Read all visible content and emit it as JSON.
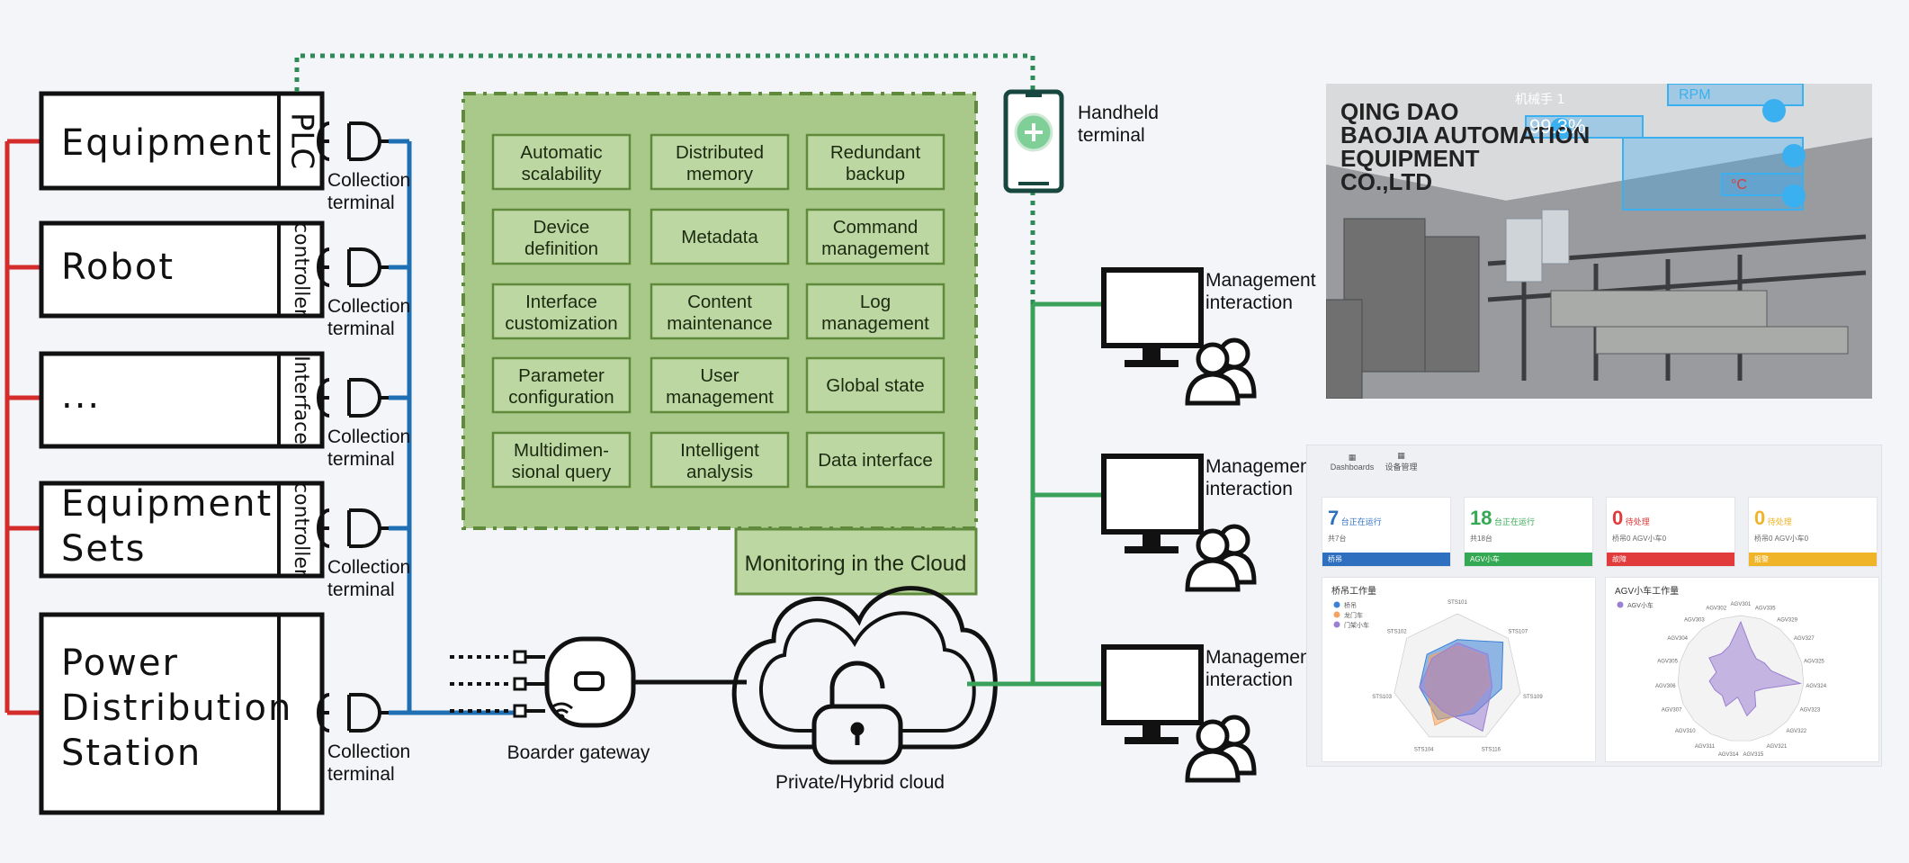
{
  "devices": [
    {
      "id": "equipment",
      "lines": [
        "Equipment"
      ],
      "side": "PLC",
      "collector": [
        "Collection",
        "terminal"
      ]
    },
    {
      "id": "robot",
      "lines": [
        "Robot"
      ],
      "side": "controller",
      "collector": [
        "Collection",
        "terminal"
      ]
    },
    {
      "id": "other",
      "lines": [
        "..."
      ],
      "side": "Interface",
      "collector": [
        "Collection",
        "terminal"
      ]
    },
    {
      "id": "equipment-sets",
      "lines": [
        "Equipment",
        "Sets"
      ],
      "side": "controller",
      "collector": [
        "Collection",
        "terminal"
      ]
    },
    {
      "id": "power-station",
      "lines": [
        "Power",
        "Distribution",
        "Station"
      ],
      "side": "",
      "collector": [
        "Collection",
        "terminal"
      ]
    }
  ],
  "features": [
    [
      "Automatic",
      "scalability"
    ],
    [
      "Distributed",
      "memory"
    ],
    [
      "Redundant",
      "backup"
    ],
    [
      "Device",
      "definition"
    ],
    [
      "Metadata"
    ],
    [
      "Command",
      "management"
    ],
    [
      "Interface",
      "customization"
    ],
    [
      "Content",
      "maintenance"
    ],
    [
      "Log",
      "management"
    ],
    [
      "Parameter",
      "configuration"
    ],
    [
      "User",
      "management"
    ],
    [
      "Global state"
    ],
    [
      "Multidimen-",
      "sional query"
    ],
    [
      "Intelligent",
      "analysis"
    ],
    [
      "Data interface"
    ]
  ],
  "cloud_label": "Monitoring in the Cloud",
  "gateway_label": "Boarder gateway",
  "cloud_caption": "Private/Hybrid cloud",
  "handheld": [
    "Handheld",
    "terminal"
  ],
  "management": [
    [
      "Management",
      "interaction"
    ],
    [
      "Management",
      "interaction"
    ],
    [
      "Management",
      "interaction"
    ]
  ],
  "ar": {
    "sign": [
      "QING DAO",
      "BAOJIA AUTOMATION",
      "EQUIPMENT",
      "CO.,LTD"
    ],
    "overlay_percent": "99.3%",
    "overlay_rpm": "RPM",
    "overlay_temp": "°C",
    "overlay_tag": "机械手 1"
  },
  "dashboard": {
    "nav": [
      "Dashboards",
      "设备管理"
    ],
    "cards": [
      {
        "num": "7",
        "text": "台正在运行",
        "sub": "共7台",
        "bar": "桥吊",
        "color": "#2f6fc0"
      },
      {
        "num": "18",
        "text": "台正在运行",
        "sub": "共18台",
        "bar": "AGV小车",
        "color": "#34a853"
      },
      {
        "num": "0",
        "text": "待处理",
        "sub": "桥吊0 AGV小车0",
        "bar": "故障",
        "color": "#e23b3b"
      },
      {
        "num": "0",
        "text": "待处理",
        "sub": "桥吊0 AGV小车0",
        "bar": "报警",
        "color": "#f0b429"
      }
    ],
    "left_chart": {
      "title": "桥吊工作量",
      "legend": [
        "桥吊",
        "龙门车",
        "门架小车"
      ],
      "axes": [
        "STS101",
        "STS107",
        "STS109",
        "STS116",
        "STS104",
        "STS103",
        "STS102"
      ]
    },
    "right_chart": {
      "title": "AGV小车工作量",
      "legend": [
        "AGV小车"
      ],
      "axes": [
        "AGV301",
        "AGV335",
        "AGV329",
        "AGV327",
        "AGV325",
        "AGV324",
        "AGV323",
        "AGV322",
        "AGV321",
        "AGV315",
        "AGV314",
        "AGV311",
        "AGV310",
        "AGV307",
        "AGV306",
        "AGV305",
        "AGV304",
        "AGV303",
        "AGV302"
      ]
    }
  },
  "colors": {
    "red": "#d42b2b",
    "blue": "#1f6fb5",
    "green": "#3aa15a",
    "feature_bg": "#a9c98a",
    "feature_box": "#bcd7a1",
    "feature_border": "#5f8a3c"
  }
}
